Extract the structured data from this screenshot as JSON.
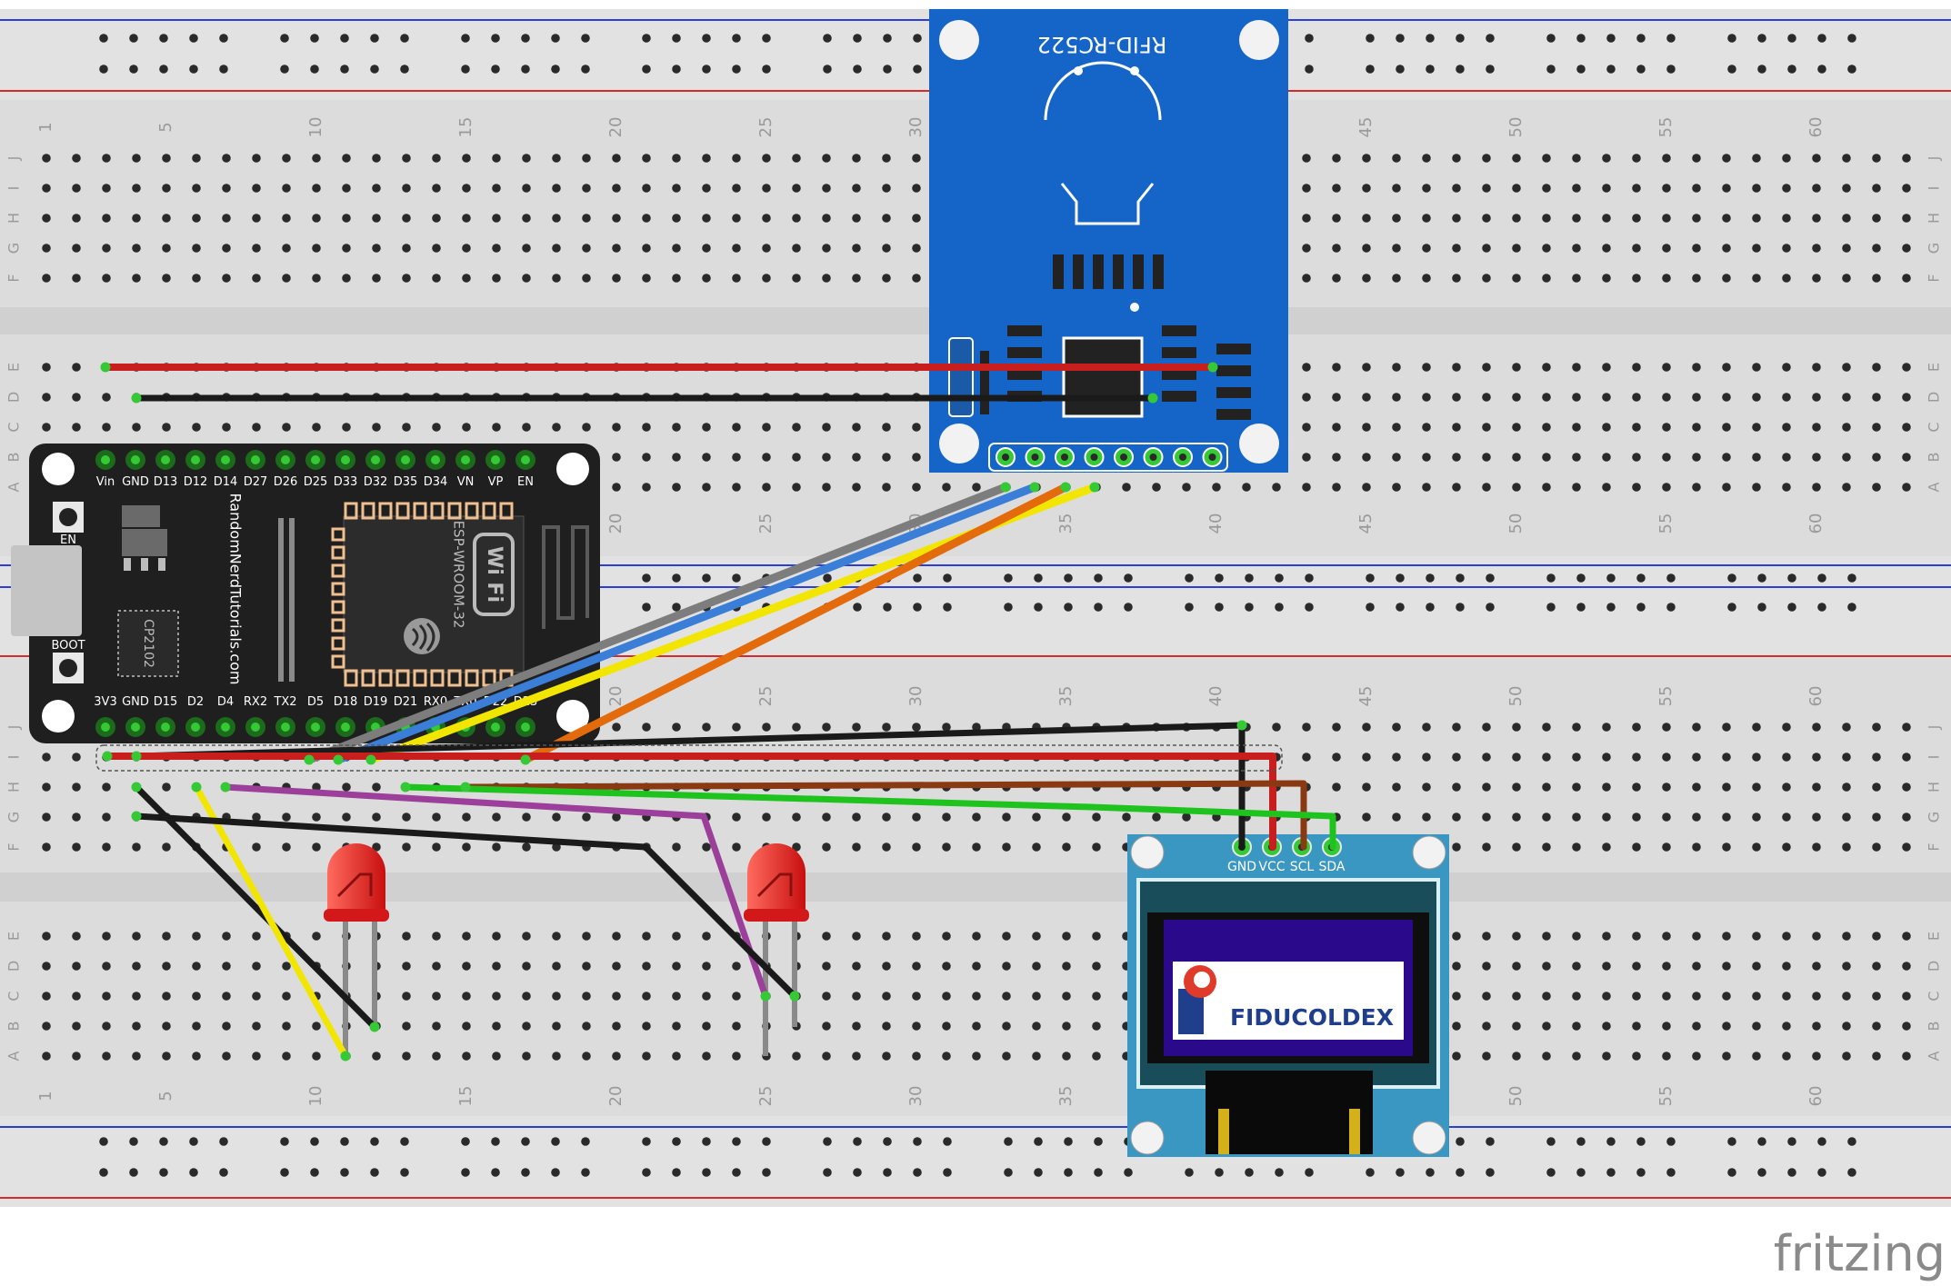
{
  "breadboard": {
    "column_numbers": [
      "1",
      "5",
      "10",
      "15",
      "20",
      "25",
      "30",
      "35",
      "40",
      "45",
      "50",
      "55",
      "60"
    ],
    "row_letters_upper": [
      "J",
      "I",
      "H",
      "G",
      "F",
      "E",
      "D",
      "C",
      "B",
      "A"
    ],
    "row_letters_lower": [
      "J",
      "I",
      "H",
      "G",
      "F",
      "E",
      "D",
      "C",
      "B",
      "A"
    ]
  },
  "esp32": {
    "pins_top": [
      "Vin",
      "GND",
      "D13",
      "D12",
      "D14",
      "D27",
      "D26",
      "D25",
      "D33",
      "D32",
      "D35",
      "D34",
      "VN",
      "VP",
      "EN"
    ],
    "pins_bottom": [
      "3V3",
      "GND",
      "D15",
      "D2",
      "D4",
      "RX2",
      "TX2",
      "D5",
      "D18",
      "D19",
      "D21",
      "RX0",
      "TX0",
      "D22",
      "D23"
    ],
    "brand_text": "RandomNerdTutorials.com",
    "module_text": "ESP-WROOM-32",
    "wifi_text": "Wi Fi",
    "chip_text": "CP2102",
    "en_label": "EN",
    "boot_label": "BOOT"
  },
  "rfid": {
    "label": "RFID-RC522"
  },
  "oled": {
    "pins": [
      "GND",
      "VCC",
      "SCL",
      "SDA"
    ],
    "logo_text": "FIDUCOLDEX"
  },
  "watermark": "fritzing",
  "colors": {
    "board": "#dcdcdc",
    "hole": "#2a2a2a",
    "rail_red": "#d62a2a",
    "rail_blue": "#2b3fd6",
    "rfid_blue": "#1565c8",
    "esp_black": "#1f1f1f",
    "oled_teal": "#3a97c2",
    "screen_purple": "#2a0a8a",
    "wire_red": "#c81e1e",
    "wire_black": "#1a1a1a",
    "wire_gray": "#7d7d7d",
    "wire_blue": "#3a7ed8",
    "wire_yellow": "#f2e600",
    "wire_orange": "#e36b0c",
    "wire_brown": "#8a3a12",
    "wire_green": "#1ec31e",
    "wire_purple": "#9b3f9b",
    "led_red": "#e8201e"
  }
}
